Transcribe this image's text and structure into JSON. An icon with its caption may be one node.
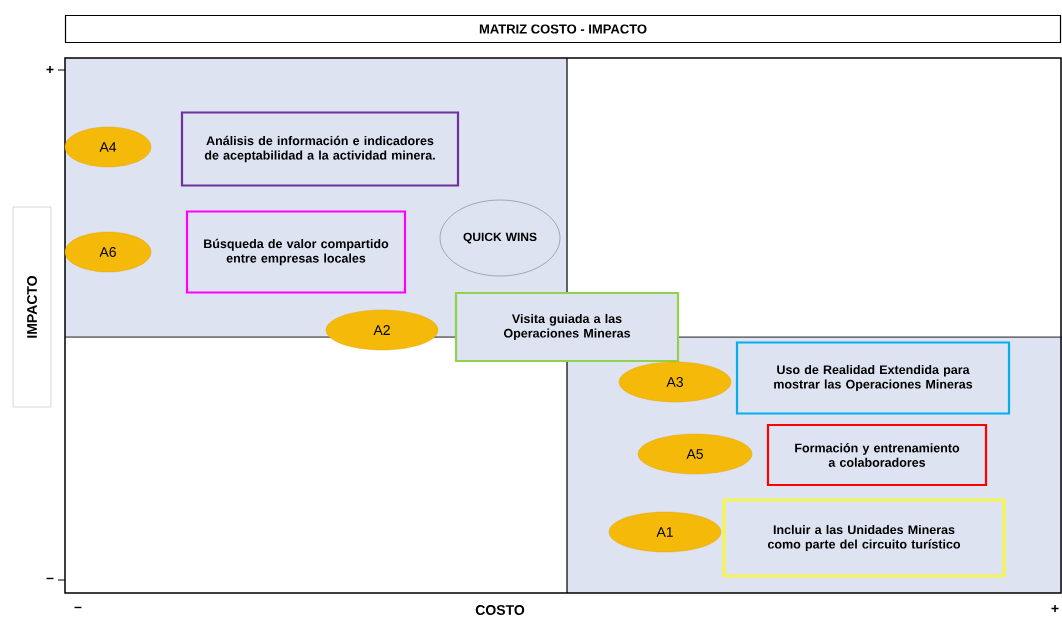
{
  "diagram": {
    "title": "MATRIZ COSTO - IMPACTO",
    "nodes": [
      {
        "text": [
          "A4"
        ]
      },
      {
        "text": [
          "Análisis de información e indicadores de aceptabilidad a la actividad minera."
        ]
      },
      {
        "text": [
          "A6"
        ]
      },
      {
        "text": [
          "Búsqueda de valor compartido entre empresas locales"
        ]
      },
      {
        "text": [
          "QUICK WINS"
        ]
      },
      {
        "text": [
          "A2"
        ]
      },
      {
        "text": [
          "Visita guiada a las Operaciones Mineras"
        ]
      },
      {
        "text": [
          "A3"
        ]
      },
      {
        "text": [
          "Uso de Realidad Extendida para mostrar las Operaciones Mineras"
        ]
      },
      {
        "text": [
          "A5"
        ]
      },
      {
        "text": [
          "Formación y entrenamiento a colaboradores"
        ]
      },
      {
        "text": [
          "A1"
        ]
      },
      {
        "text": [
          "Incluir a las Unidades Mineras como parte del circuito turístico"
        ]
      }
    ],
    "edges": [],
    "labels": [
      "+",
      "IMPACTO",
      "–",
      "–",
      "COSTO",
      "+"
    ]
  }
}
